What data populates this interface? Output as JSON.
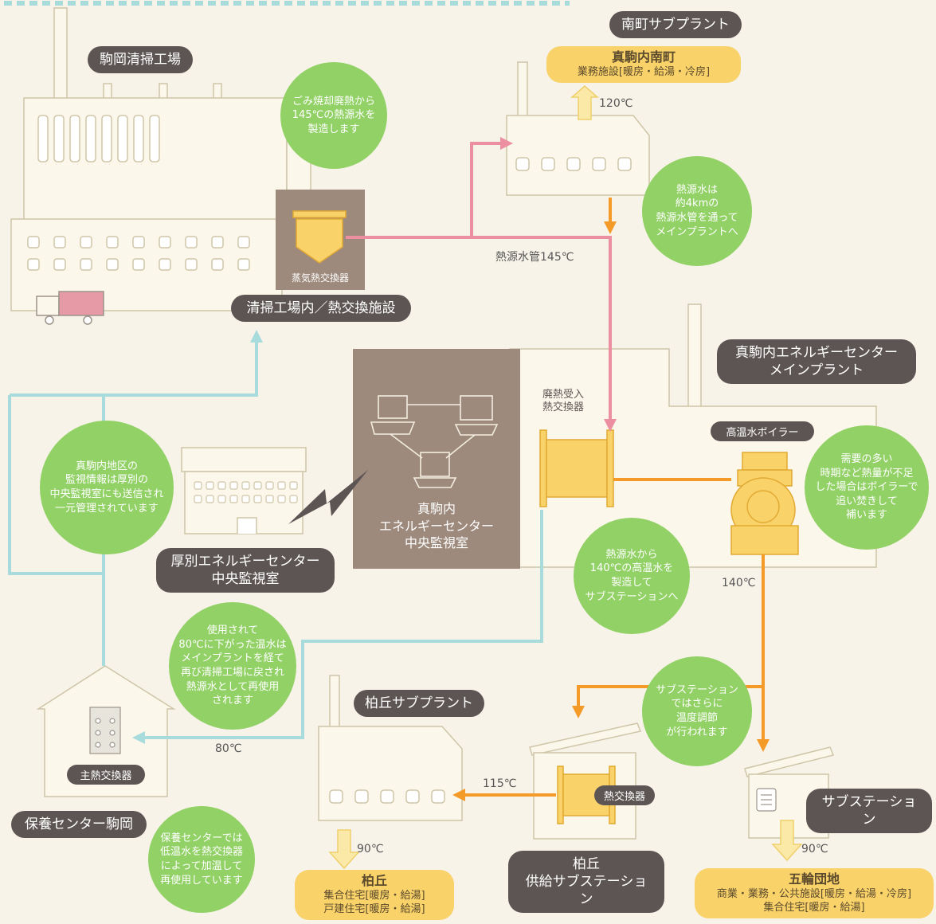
{
  "diagram": {
    "facilities": {
      "komaoka_plant": "駒岡清掃工場",
      "minami_sub": "南町サブプラント",
      "exchange_site": "清掃工場内／熱交換施設",
      "steam_hx": "蒸気熱交換器",
      "main_plant": "真駒内エネルギーセンター\nメインプラント",
      "waste_heat_hx": "廃熱受入\n熱交換器",
      "boiler": "高温水ボイラー",
      "control_room": "真駒内\nエネルギーセンター\n中央監視室",
      "atsubetsu": "厚別エネルギーセンター\n中央監視室",
      "kashiwaoka_sub": "柏丘サブプラント",
      "hoyo_center": "保養センター駒岡",
      "main_hx": "主熱交換器",
      "hx": "熱交換器",
      "kashiwaoka_station": "柏丘\n供給サブステーション",
      "substation": "サブステーション"
    },
    "destinations": {
      "minami_title": "真駒内南町",
      "minami_detail": "業務施設[暖房・給湯・冷房]",
      "kashiwaoka_title": "柏丘",
      "kashiwaoka_detail1": "集合住宅[暖房・給湯]",
      "kashiwaoka_detail2": "戸建住宅[暖房・給湯]",
      "gorin_title": "五輪団地",
      "gorin_detail1": "商業・業務・公共施設[暖房・給湯・冷房]",
      "gorin_detail2": "集合住宅[暖房・給湯]"
    },
    "notes": {
      "n1": "ごみ焼却廃熱から\n145℃の熱源水を\n製造します",
      "n2": "熱源水は\n約4kmの\n熱源水管を通って\nメインプラントへ",
      "n3": "真駒内地区の\n監視情報は厚別の\n中央監視室にも送信され\n一元管理されています",
      "n4": "需要の多い\n時期など熱量が不足\nした場合はボイラーで\n追い焚きして\n補います",
      "n5": "熱源水から\n140℃の高温水を\n製造して\nサブステーションへ",
      "n6": "使用されて\n80℃に下がった温水は\nメインプラントを経て\n再び清掃工場に戻され\n熱源水として再使用\nされます",
      "n7": "サブステーション\nではさらに\n温度調節\nが行われます",
      "n8": "保養センターでは\n低温水を熱交換器\nによって加温して\n再使用しています"
    },
    "temps": {
      "t120": "120℃",
      "pipe145": "熱源水管145℃",
      "t140": "140℃",
      "t80": "80℃",
      "t115": "115℃",
      "t90a": "90℃",
      "t90b": "90℃"
    },
    "colors": {
      "background": "#f7f3e8",
      "building": "#fbf7ea",
      "green": "#92d166",
      "orange": "#f39a29",
      "pink": "#ec8fa0",
      "cyan": "#a8dcdc",
      "yellow": "#f9d26a",
      "dark": "#5d5554"
    }
  }
}
